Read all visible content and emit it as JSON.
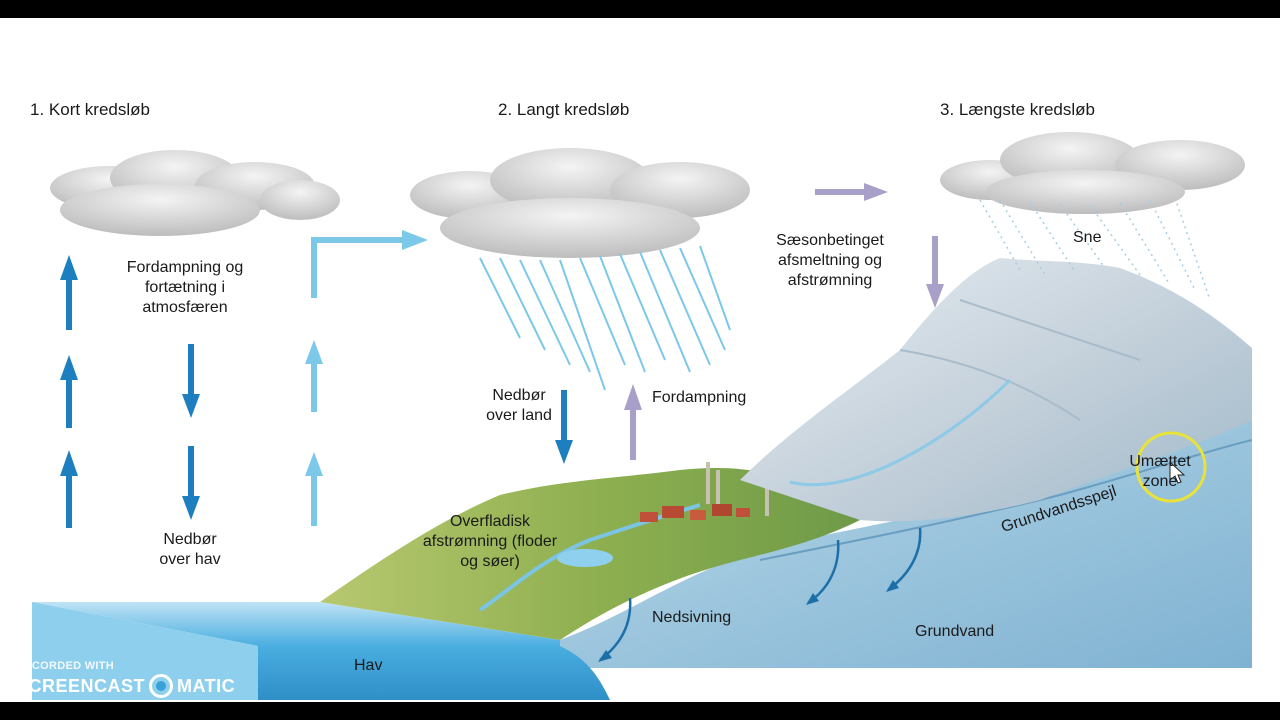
{
  "colors": {
    "background": "#ffffff",
    "letterbox": "#000000",
    "sea": "#4aaee0",
    "arrow_dark_blue": "#1d7fbf",
    "arrow_light_blue": "#7cc8e8",
    "arrow_lilac": "#a8a0c8",
    "land_green": "#9ab85a",
    "mountain": "#c8d4de",
    "groundwater": "#8fbfda",
    "cursor_highlight": "#e8e23a"
  },
  "titles": {
    "short_cycle": "1. Kort kredsløb",
    "long_cycle": "2. Langt kredsløb",
    "longest_cycle": "3. Længste kredsløb"
  },
  "labels": {
    "evaporation_atmosphere": "Fordampning og fortætning i atmosfæren",
    "precipitation_sea": "Nedbør over hav",
    "precipitation_land": "Nedbør over land",
    "evaporation": "Fordampning",
    "seasonal_melt": "Sæsonbetinget afsmeltning og afstrømning",
    "snow": "Sne",
    "surface_runoff": "Overfladisk afstrømning (floder og søer)",
    "unsaturated_zone": "Umættet zone",
    "water_table": "Grundvandsspejl",
    "infiltration": "Nedsivning",
    "groundwater": "Grundvand",
    "sea": "Hav"
  },
  "watermark": {
    "line1": "RECORDED WITH",
    "brand_left": "SCREENCAST",
    "brand_right": "MATIC"
  },
  "icons": [
    "cloud-icon",
    "rain-icon",
    "snow-icon",
    "arrow-up-icon",
    "arrow-down-icon",
    "cursor-icon"
  ]
}
